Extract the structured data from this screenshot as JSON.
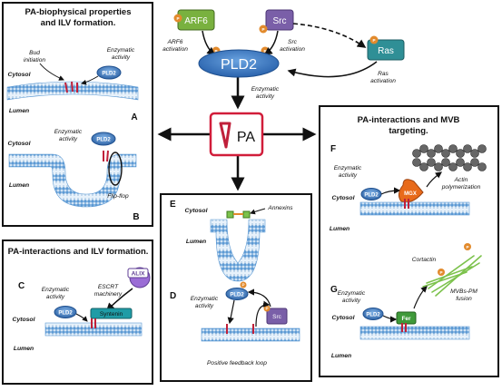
{
  "center": {
    "pld2": "PLD2",
    "pa": "PA",
    "arf6": "ARF6",
    "src": "Src",
    "ras": "Ras",
    "p": "P",
    "arf6_activation": [
      "ARF6",
      "activation"
    ],
    "src_activation": [
      "Src",
      "activation"
    ],
    "ras_activation": [
      "Ras",
      "activation"
    ],
    "enzymatic_activity": [
      "Enzymatic",
      "activity"
    ]
  },
  "panel_biophysical": {
    "title": [
      "PA-biophysical properties",
      "and ILV formation."
    ],
    "cytosol": "Cytosol",
    "lumen": "Lumen",
    "bud_initiation": [
      "Bud",
      "initiation"
    ],
    "enzymatic_activity": [
      "Enzymatic",
      "activity"
    ],
    "flip_flop": "Flip-flop",
    "pld2": "PLD2",
    "letter_a": "A",
    "letter_b": "B"
  },
  "panel_ilv": {
    "title": "PA-interactions and ILV formation.",
    "escrt": [
      "ESCRT",
      "machinery"
    ],
    "alix": "ALIX",
    "syntenin": "Syntenin",
    "enzymatic_activity": [
      "Enzymatic",
      "activity"
    ],
    "cytosol": "Cytosol",
    "lumen": "Lumen",
    "pld2": "PLD2",
    "src": "Src",
    "positive_feedback": "Positive feedback loop",
    "letter_c": "C",
    "letter_d": "D"
  },
  "panel_e": {
    "letter": "E",
    "cytosol": "Cytosol",
    "lumen": "Lumen",
    "annexins": "Annexins"
  },
  "panel_mvb": {
    "title": [
      "PA-interactions and MVB",
      "targeting."
    ],
    "enzymatic_activity": [
      "Enzymatic",
      "activity"
    ],
    "actin": [
      "Actin",
      "polymerization"
    ],
    "cortactin": "Cortactin",
    "mvbs_fusion": [
      "MVBs-PM",
      "fusion"
    ],
    "cytosol": "Cytosol",
    "lumen": "Lumen",
    "pld2": "PLD2",
    "mgx": "MGX",
    "fer": "Fer",
    "letter_f": "F",
    "letter_g": "G"
  },
  "colors": {
    "pld2_blue": "#3a78c2",
    "arf6_green": "#79b13f",
    "src_purple": "#7a5fa8",
    "ras_teal": "#2f8f96",
    "membrane_blue": "#7fb2de",
    "pa_red": "#c0203a",
    "p_orange": "#e28a2c",
    "syntenin_teal": "#1f9ca6",
    "fer_green": "#3f9a3a",
    "cortactin_green": "#7cc24c"
  }
}
